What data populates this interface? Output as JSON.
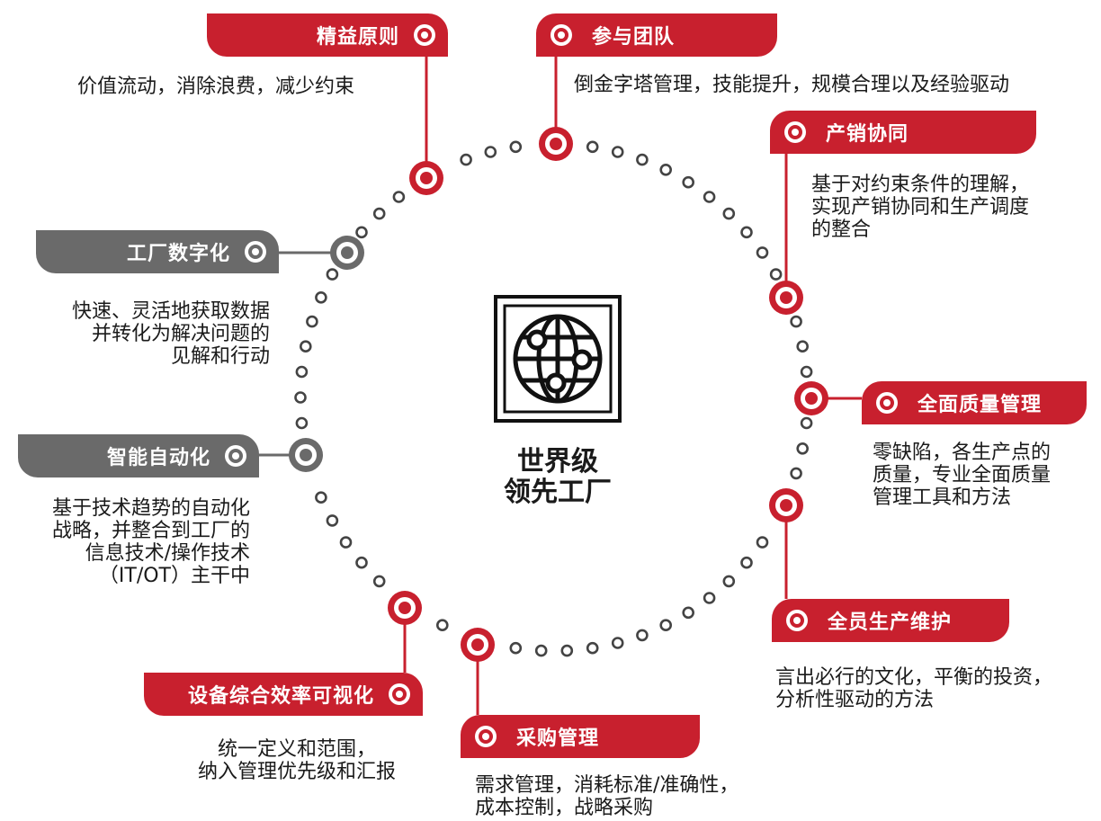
{
  "center": {
    "line1": "世界级",
    "line2": "领先工厂",
    "icon": "globe-network-icon"
  },
  "colors": {
    "accent": "#c8202e",
    "neutral": "#6a6a6a",
    "text": "#1a1a1a"
  },
  "practices": {
    "lean": {
      "title": "精益原则",
      "desc": [
        "价值流动，消除浪费，减少约束"
      ]
    },
    "team": {
      "title": "参与团队",
      "desc": [
        "倒金字塔管理，技能提升，规模合理以及经验驱动"
      ]
    },
    "sop": {
      "title": "产销协同",
      "desc": [
        "基于对约束条件的理解，",
        "实现产销协同和生产调度",
        "的整合"
      ]
    },
    "digital": {
      "title": "工厂数字化",
      "desc": [
        "快速、灵活地获取数据",
        "并转化为解决问题的",
        "见解和行动"
      ]
    },
    "tqm": {
      "title": "全面质量管理",
      "desc": [
        "零缺陷，各生产点的",
        "质量，专业全面质量",
        "管理工具和方法"
      ]
    },
    "automation": {
      "title": "智能自动化",
      "desc": [
        "基于技术趋势的自动化",
        "战略，并整合到工厂的",
        "信息技术/操作技术",
        "（IT/OT）主干中"
      ]
    },
    "tpm": {
      "title": "全员生产维护",
      "desc": [
        "言出必行的文化，平衡的投资，",
        "分析性驱动的方法"
      ]
    },
    "oee": {
      "title": "设备综合效率可视化",
      "desc": [
        "统一定义和范围，",
        "纳入管理优先级和汇报"
      ]
    },
    "procurement": {
      "title": "采购管理",
      "desc": [
        "需求管理，消耗标准/准确性，",
        "成本控制，战略采购"
      ]
    }
  }
}
